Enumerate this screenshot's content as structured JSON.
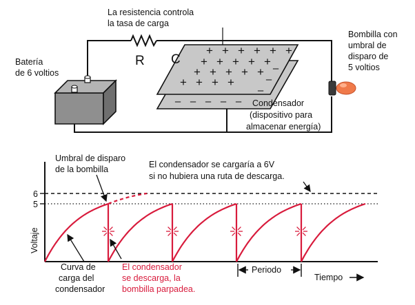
{
  "circuit": {
    "resistor_caption": [
      "La resistencia controla",
      "la tasa de carga"
    ],
    "resistor_symbol": "R",
    "capacitor_symbol": "C",
    "battery_label": [
      "Batería",
      "de 6 voltios"
    ],
    "bulb_label": [
      "Bombilla con",
      "umbral de",
      "disparo de",
      "5 voltios"
    ],
    "capacitor_label": [
      "Condensador",
      "(dispositivo para",
      "almacenar energía)"
    ],
    "plus_sign": "+",
    "minus_sign": "–"
  },
  "graph": {
    "threshold_label": [
      "Umbral de disparo",
      "de la bombilla"
    ],
    "no_discharge_note": [
      "El condensador se cargaría a 6V",
      "si no hubiera una ruta de descarga."
    ],
    "ytick_6": "6",
    "ytick_5": "5",
    "ylabel": "Voltaje",
    "charge_curve_label": [
      "Curva de",
      "carga del",
      "condensador"
    ],
    "discharge_label": [
      "El condensador",
      "se descarga, la",
      "bombilla parpadea."
    ],
    "period_label": "Periodo",
    "time_label": "Tiempo"
  },
  "colors": {
    "accent_red": "#d81b3c",
    "bulb_orange": "#f07a4a",
    "plate_gray": "#c8c8c8",
    "battery_gray": "#8f8f8f",
    "ink": "#111111"
  }
}
